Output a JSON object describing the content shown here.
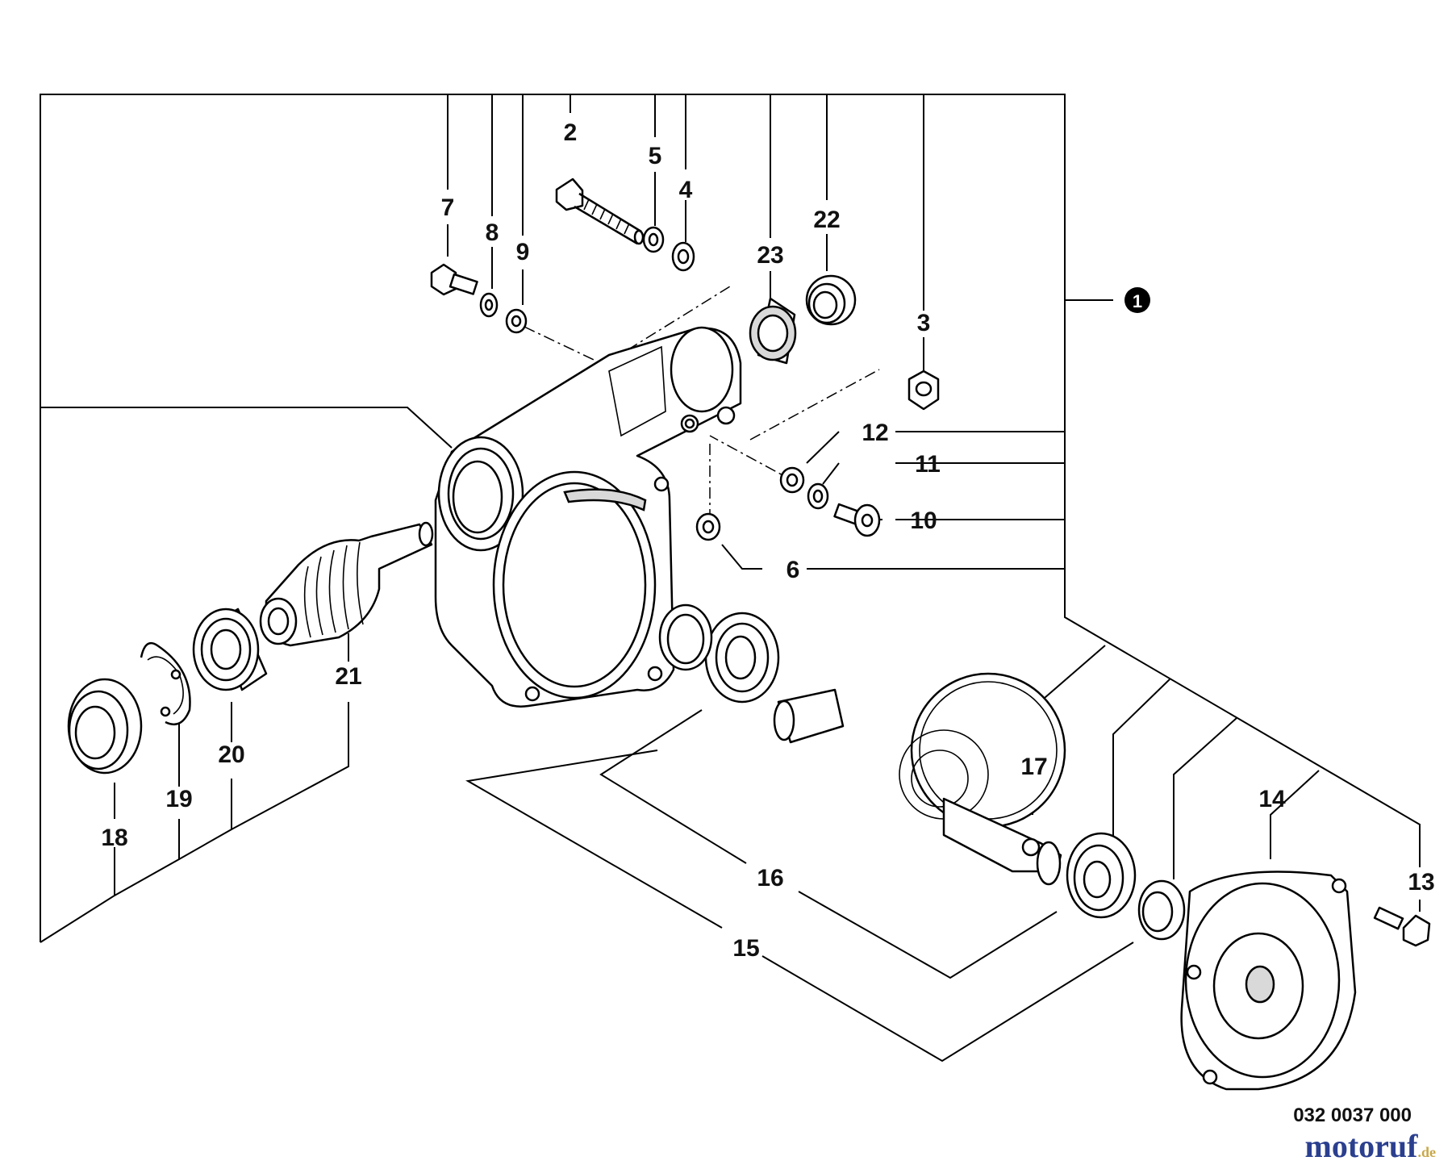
{
  "diagram": {
    "assembly_marker": "1",
    "part_labels": [
      "2",
      "3",
      "4",
      "5",
      "6",
      "7",
      "8",
      "9",
      "10",
      "11",
      "12",
      "13",
      "14",
      "15",
      "16",
      "17",
      "18",
      "19",
      "20",
      "21",
      "22",
      "23"
    ],
    "drawing_number": "032 0037 000",
    "watermark": {
      "main": "motoruf",
      "suffix": ".de",
      "color_main": "#2b3f8f",
      "color_suffix": "#c8a84a"
    }
  }
}
